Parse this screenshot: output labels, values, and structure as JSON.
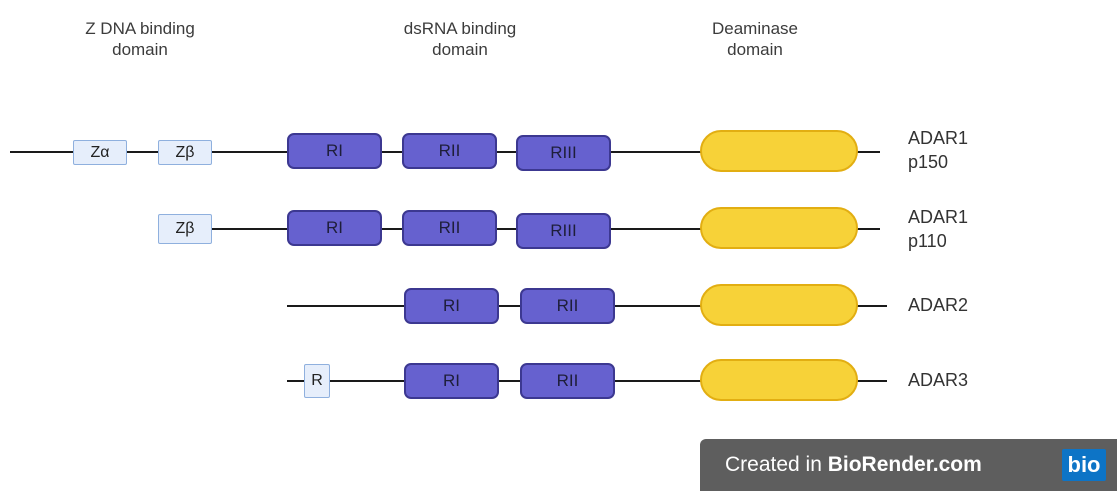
{
  "headers": {
    "z_dna": [
      "Z DNA binding",
      "domain"
    ],
    "dsrna": [
      "dsRNA binding",
      "domain"
    ],
    "deaminase": [
      "Deaminase",
      "domain"
    ]
  },
  "rows": {
    "adar1_p150": {
      "label": [
        "ADAR1",
        "p150"
      ],
      "z_domains": [
        "Zα",
        "Zβ"
      ],
      "rbds": [
        "RI",
        "RII",
        "RIII"
      ]
    },
    "adar1_p110": {
      "label": [
        "ADAR1",
        "p110"
      ],
      "z_domains": [
        "Zβ"
      ],
      "rbds": [
        "RI",
        "RII",
        "RIII"
      ]
    },
    "adar2": {
      "label": [
        "ADAR2"
      ],
      "rbds": [
        "RI",
        "RII"
      ]
    },
    "adar3": {
      "label": [
        "ADAR3"
      ],
      "r_domain": "R",
      "rbds": [
        "RI",
        "RII"
      ]
    }
  },
  "colors": {
    "z_domain_fill": "#e6eefb",
    "dsrbd_fill": "#6661cf",
    "deaminase_fill": "#f7d238",
    "backbone": "#1a1a1a"
  },
  "watermark": {
    "prefix": "Created in ",
    "brand": "BioRender.com",
    "logo": "bio"
  }
}
